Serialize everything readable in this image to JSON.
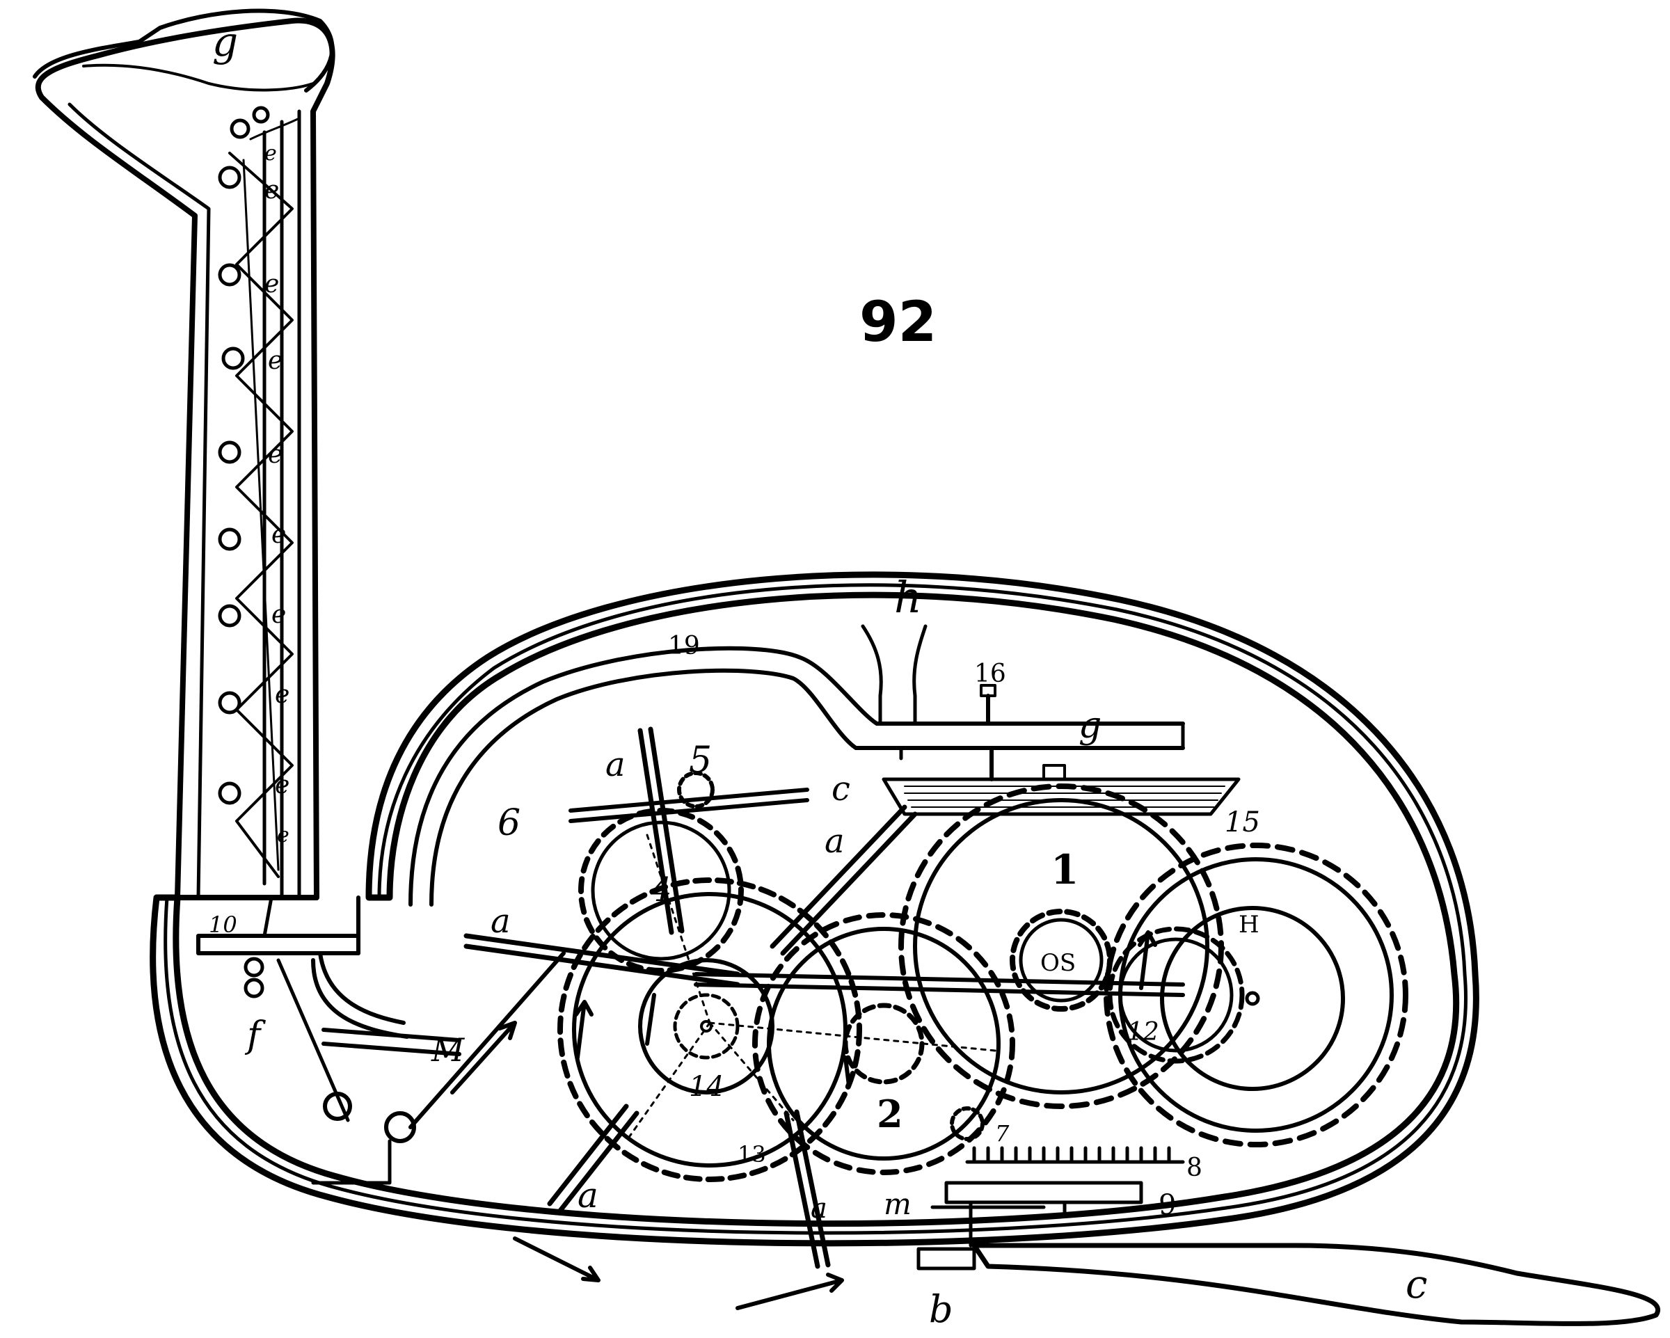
{
  "figure": {
    "number": "92"
  },
  "labels": {
    "g_head": "g",
    "h": "h",
    "n19": "19",
    "n16": "16",
    "g_lever": "g",
    "a_top": "a",
    "n5": "5",
    "c_small": "c",
    "n6": "6",
    "a_mid": "a",
    "n15": "15",
    "n1": "1",
    "n4": "4",
    "a_left": "a",
    "H": "H",
    "OS": "OS",
    "n10": "10",
    "f": "f",
    "M": "M",
    "n12": "12",
    "n14": "14",
    "n2": "2",
    "n7": "7",
    "n8": "8",
    "n13": "13",
    "a_bottom": "a",
    "a_bottom2": "a",
    "m": "m",
    "n9": "9",
    "b": "b",
    "c_tail": "c",
    "e_labels": [
      "e",
      "e",
      "e",
      "e",
      "e",
      "e",
      "e",
      "e",
      "e",
      "e"
    ]
  }
}
